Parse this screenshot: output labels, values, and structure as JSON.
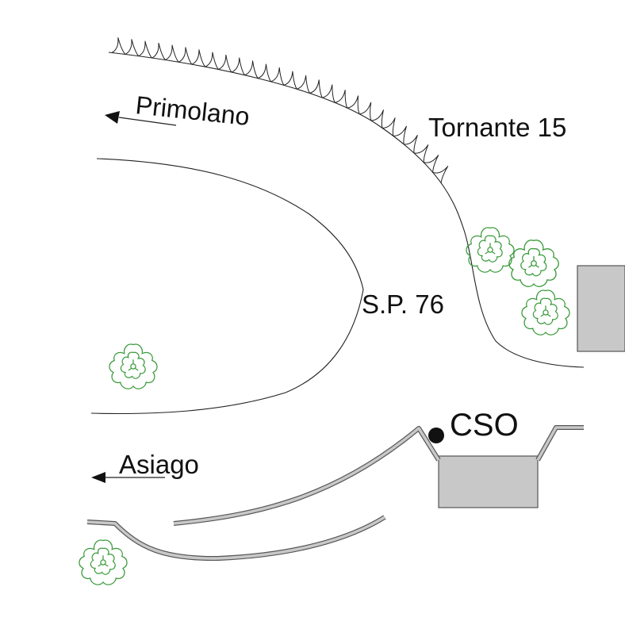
{
  "labels": {
    "primolano": "Primolano",
    "tornante": "Tornante 15",
    "sp76": "S.P. 76",
    "cso": "CSO",
    "asiago": "Asiago"
  },
  "colors": {
    "ink": "#111111",
    "tree_outline": "#3a9a3a",
    "structure_fill": "#c8c8c9",
    "structure_stroke": "#555555",
    "cso_marker": "#111111"
  },
  "icons": {
    "tree": "tree-canopy-icon",
    "direction": "arrow-left-icon",
    "cso": "filled-circle-icon"
  }
}
